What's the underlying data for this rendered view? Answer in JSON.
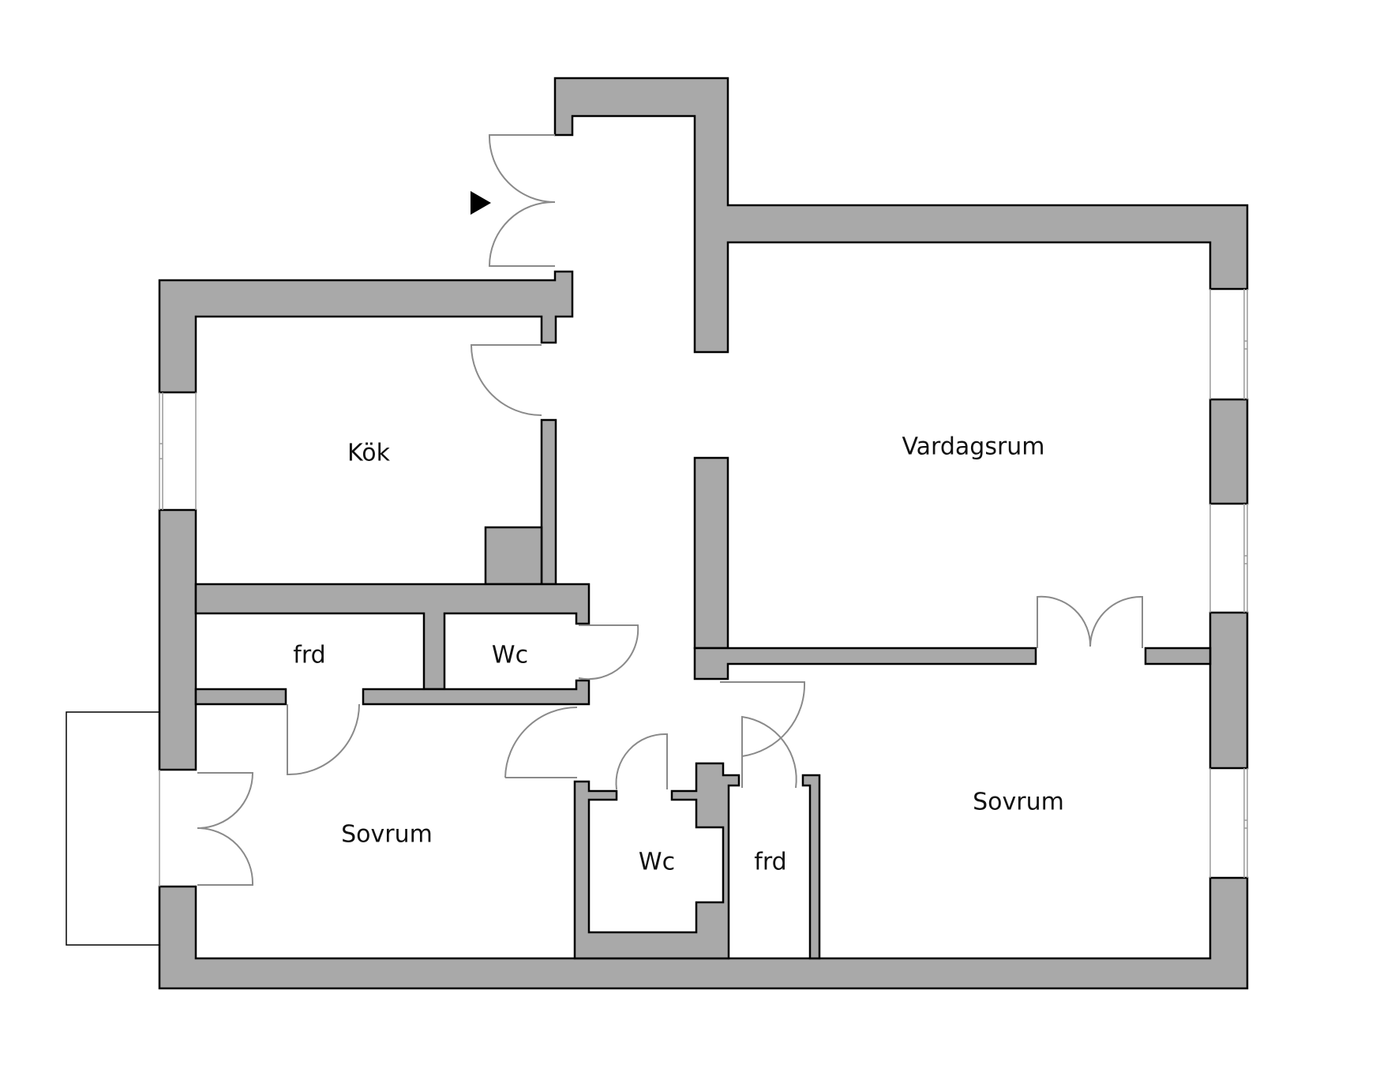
{
  "plan": {
    "rooms": [
      {
        "id": "kok",
        "label": "Kök"
      },
      {
        "id": "vardagsrum",
        "label": "Vardagsrum"
      },
      {
        "id": "frd-west",
        "label": "frd"
      },
      {
        "id": "wc-north",
        "label": "Wc"
      },
      {
        "id": "sovrum-west",
        "label": "Sovrum"
      },
      {
        "id": "wc-south",
        "label": "Wc"
      },
      {
        "id": "frd-south",
        "label": "frd"
      },
      {
        "id": "sovrum-east",
        "label": "Sovrum"
      }
    ],
    "colors": {
      "wall_fill": "#a9a9a9",
      "wall_stroke": "#000000",
      "door_stroke": "#8a8a8a",
      "background": "#ffffff"
    },
    "icons": {
      "entrance": "entrance-arrow-icon"
    }
  }
}
